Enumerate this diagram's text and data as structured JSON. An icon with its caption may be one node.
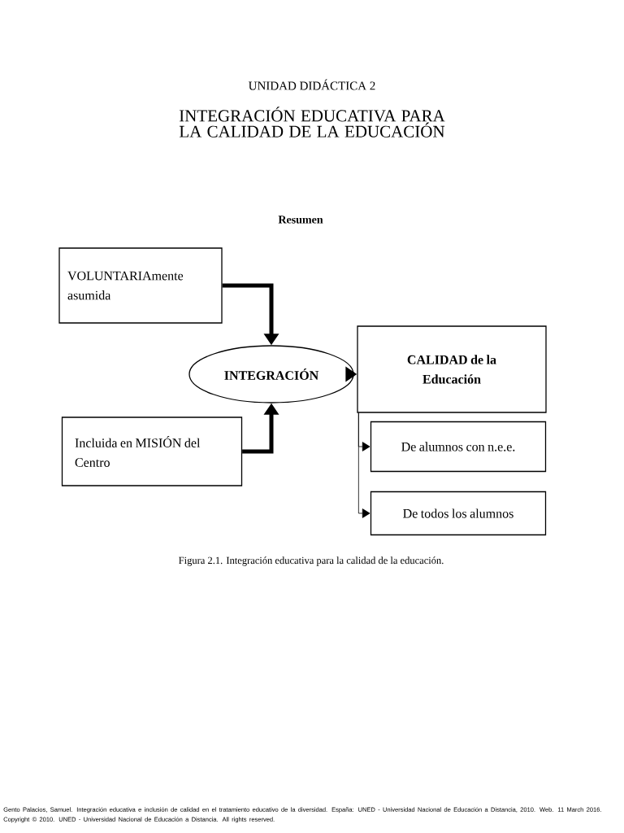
{
  "diagram": {
    "title": "INTEGRACIÓN EDUCATIVA PARA LA CALIDAD DE LA EDUCACIÓN",
    "caption": "Figura 2.1. Integración educativa para la calidad de la educación.",
    "nodes": [
      {
        "text": [
          "VOLUNTARIAmente asumida"
        ]
      },
      {
        "text": [
          "INTEGRACIÓN"
        ]
      },
      {
        "text": [
          "Incluida en MISIÓN del Centro"
        ]
      },
      {
        "text": [
          "CALIDAD de la Educación"
        ]
      },
      {
        "text": [
          "De alumnos con n.e.e."
        ]
      },
      {
        "text": [
          "De todos los alumnos"
        ]
      }
    ],
    "edges": [
      {
        "from": 0,
        "to": 1,
        "arrow": "to"
      },
      {
        "from": 2,
        "to": 1,
        "arrow": "to"
      },
      {
        "from": 1,
        "to": 3,
        "arrow": "to"
      },
      {
        "from": 3,
        "to": 4,
        "arrow": "to"
      },
      {
        "from": 3,
        "to": 5,
        "arrow": "to"
      }
    ],
    "labels": [
      "UNIDAD DIDÁCTICA 2",
      "Resumen",
      "Gento Palacios, Samuel. Integración educativa e inclusión de calidad en el tratamiento educativo de la diversidad. España: UNED - Universidad Nacional de Educación a Distancia, 2010. Web. 11 March 2016.",
      "Copyright © 2010. UNED - Universidad Nacional de Educación a Distancia. All rights reserved."
    ]
  }
}
